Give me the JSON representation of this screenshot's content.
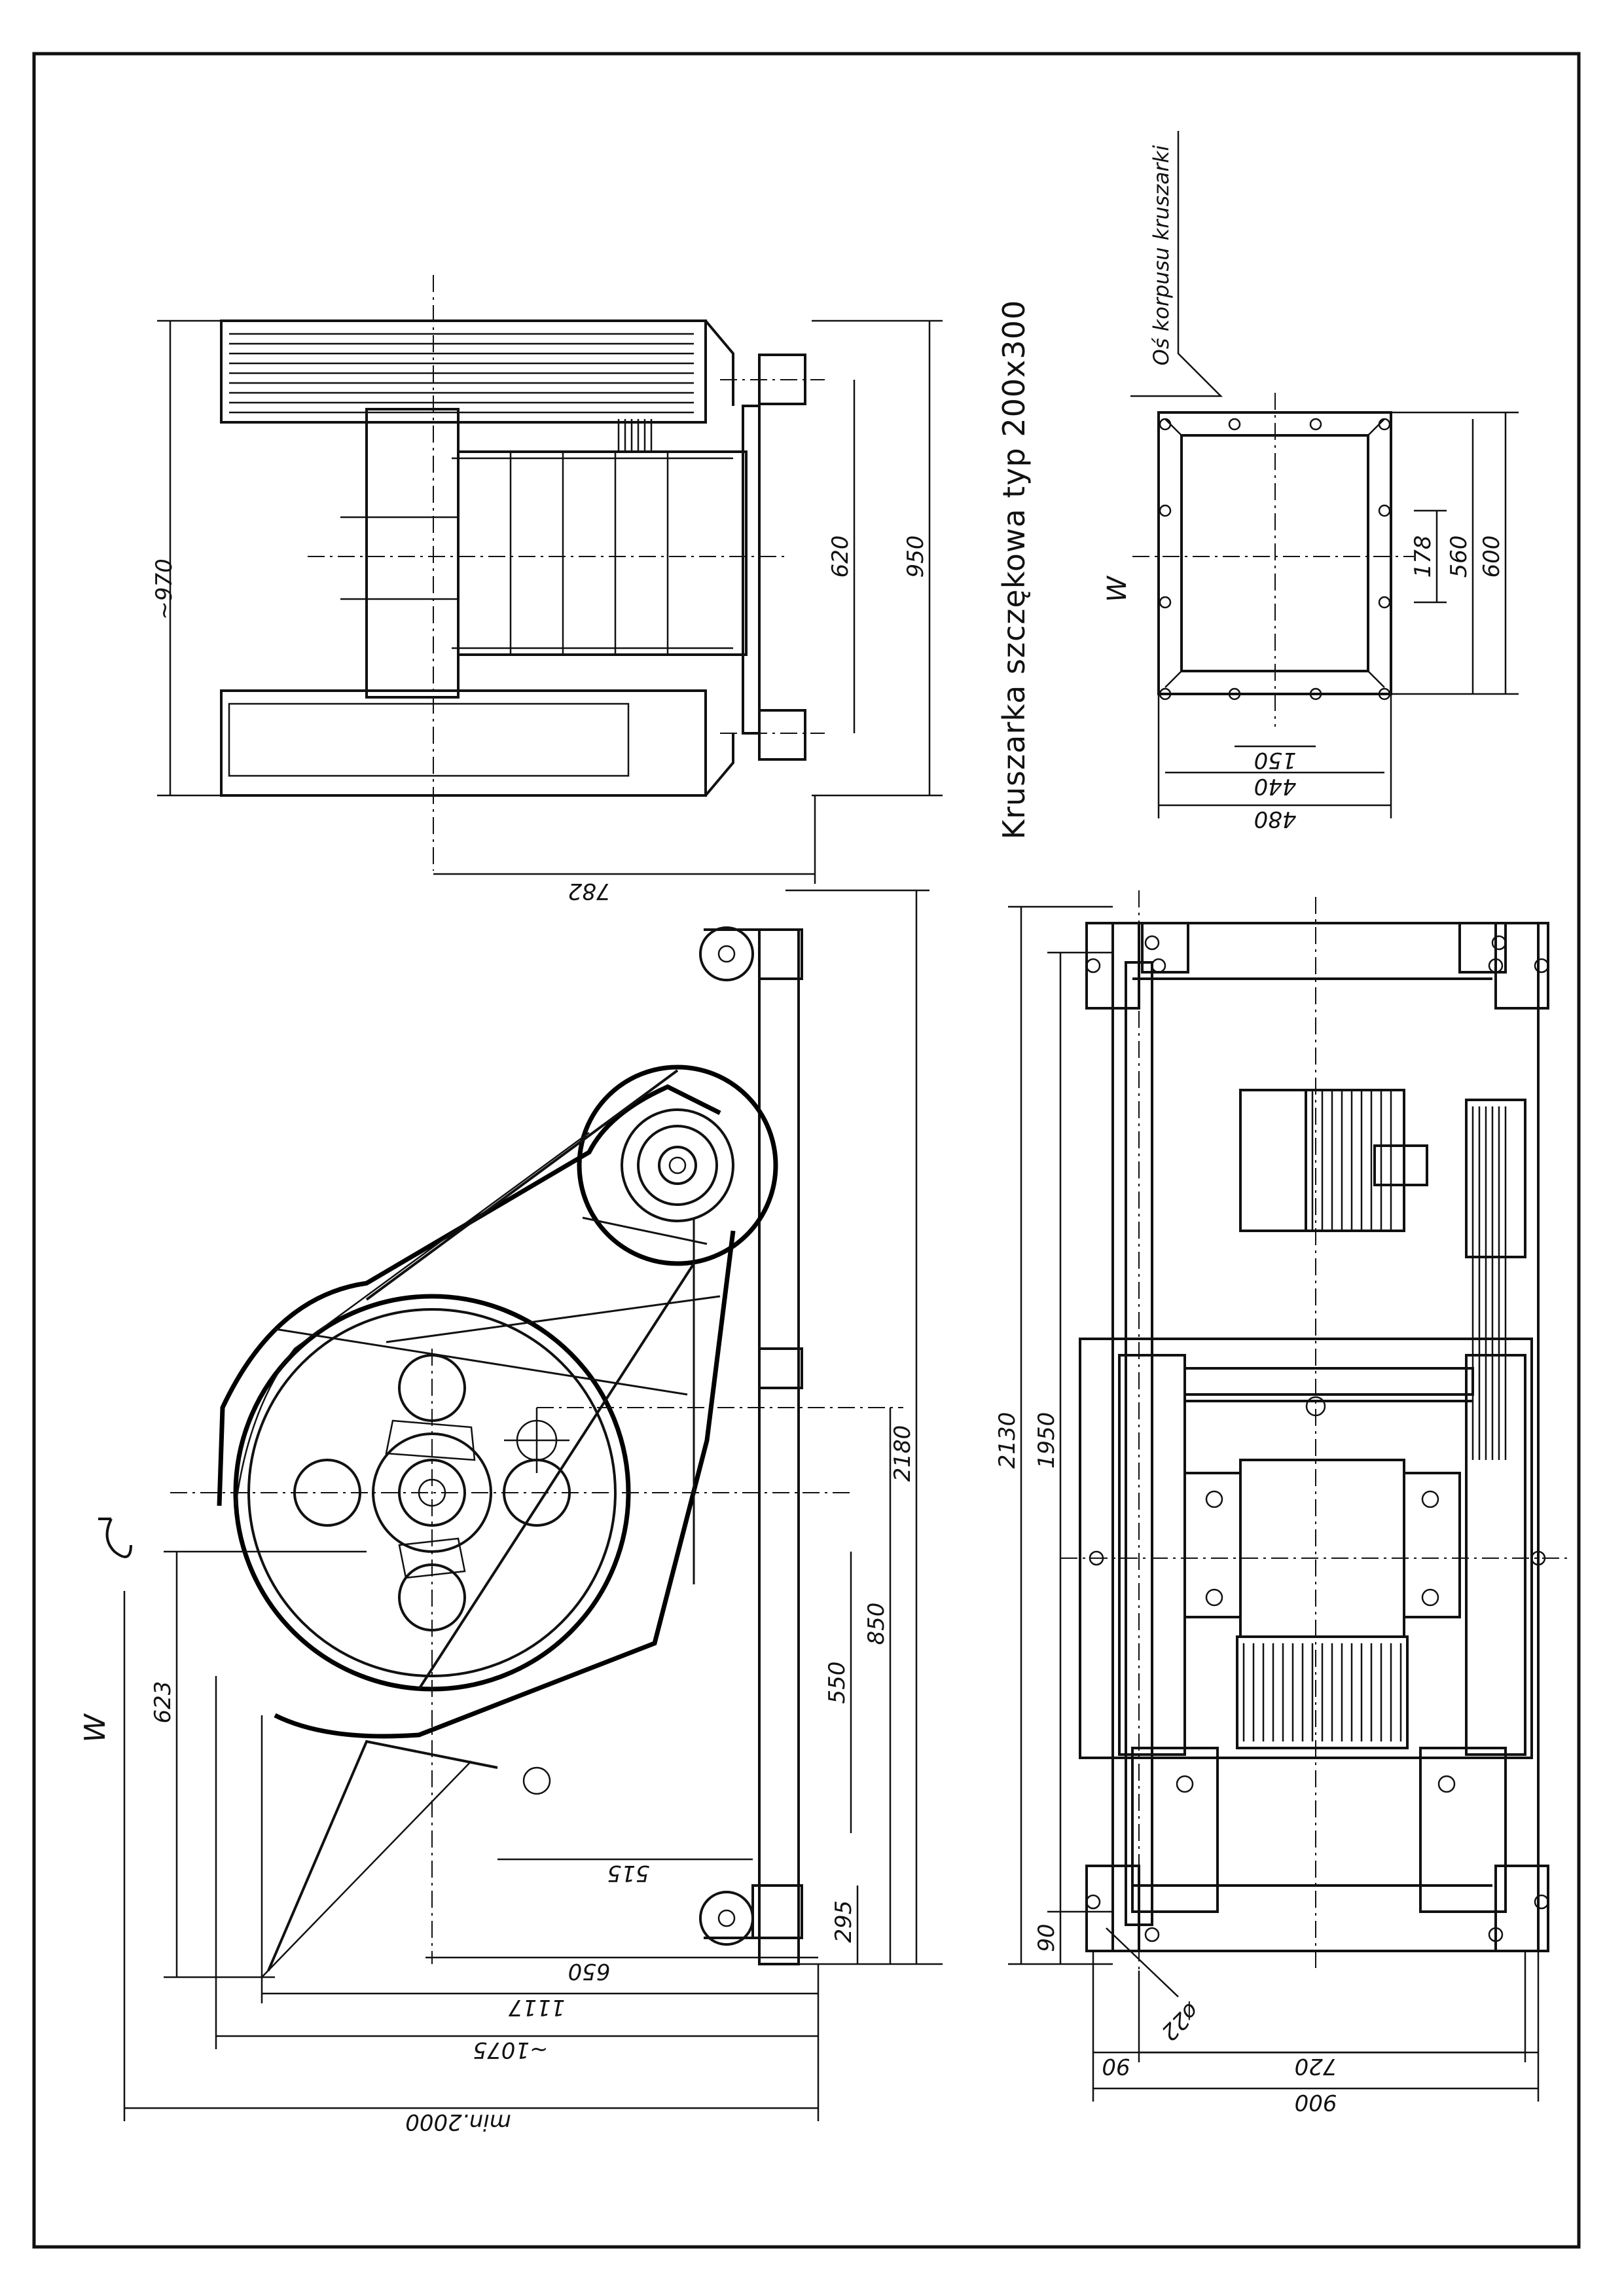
{
  "sheet": {
    "title": "Kruszarka szczękowa typ 200x300",
    "axis_label": "Oś korpusu kruszarki",
    "section_mark": "W",
    "section_marks_side": [
      "W",
      "W"
    ]
  },
  "dimensions": {
    "top_view": {
      "d970": "~970",
      "d620": "620",
      "d950": "950",
      "d782": "782"
    },
    "inlet_view": {
      "d178": "178",
      "d560": "560",
      "d600": "600",
      "d150": "150",
      "d440": "440",
      "d480": "480"
    },
    "side_view": {
      "d2180": "2180",
      "d850": "850",
      "d550": "550",
      "d295": "295",
      "d623": "623",
      "d515": "515",
      "d650": "650",
      "d1117": "1117",
      "d1075": "~1075",
      "dmin2000": "min.2000"
    },
    "plan_view": {
      "d2130": "2130",
      "d1950": "1950",
      "d90v": "90",
      "d22": "ø22",
      "d90h": "90",
      "d720": "720",
      "d900": "900"
    }
  },
  "colors": {
    "ink": "#111111",
    "paper": "#ffffff"
  }
}
